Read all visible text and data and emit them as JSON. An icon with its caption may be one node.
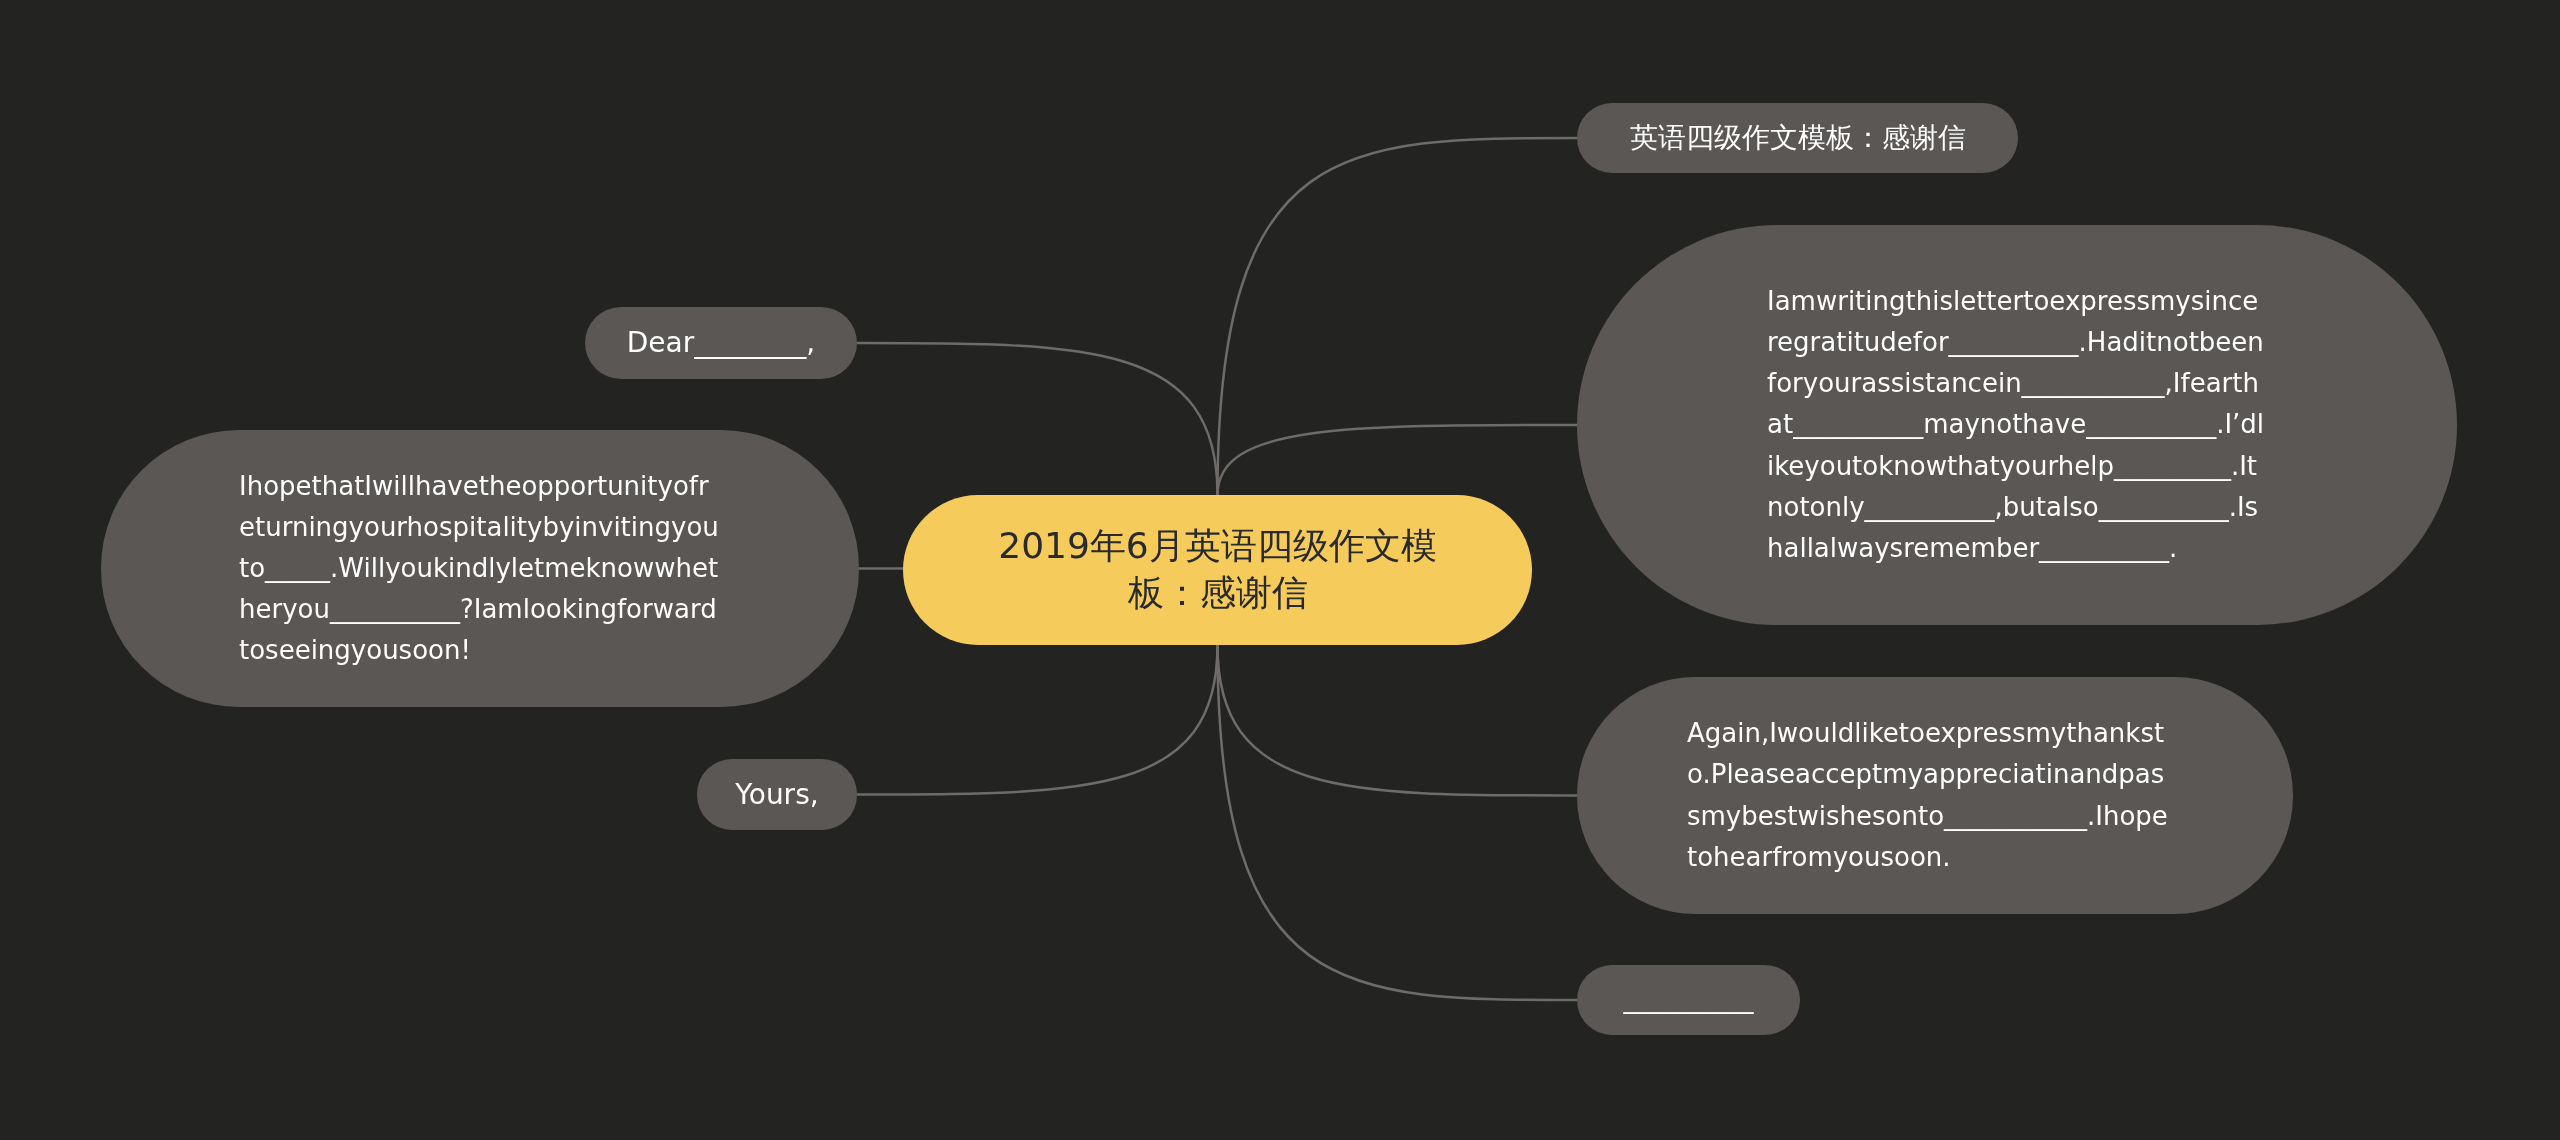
{
  "diagram": {
    "nodes": [
      {
        "text": [
          "2019年6月英语四级作文模板：感谢信"
        ]
      },
      {
        "text": [
          "英语四级作文模板：感谢信"
        ]
      },
      {
        "text": [
          "Iamwritingthislettertoexpressmysinceregratitudefor__________.Haditnotbeenforyourassistancein___________,Ifearthat__________maynothave__________.I’dlikeyoutoknowthatyourhelp_________.Itnotonly__________,butalso__________.Ishallalwaysremember__________."
        ]
      },
      {
        "text": [
          "Again,Iwouldliketoexpressmythanksto.Pleaseacceptmyappreciatinandpassmybestwishesonto___________.Ihopetohearfromyousoon."
        ]
      },
      {
        "text": [
          "__________"
        ]
      },
      {
        "text": [
          "Dear________,"
        ]
      },
      {
        "text": [
          "IhopethatIwillhavetheopportunityofreturningyourhospitalitybyinvitingyouto_____.Willyoukindlyletmeknowwhetheryou__________?Iamlookingforwardtoseeingyousoon!"
        ]
      },
      {
        "text": [
          "Yours,"
        ]
      }
    ],
    "edges": [
      {
        "from": 0,
        "to": 1,
        "arrow": "none"
      },
      {
        "from": 0,
        "to": 2,
        "arrow": "none"
      },
      {
        "from": 0,
        "to": 3,
        "arrow": "none"
      },
      {
        "from": 0,
        "to": 4,
        "arrow": "none"
      },
      {
        "from": 0,
        "to": 5,
        "arrow": "none"
      },
      {
        "from": 0,
        "to": 6,
        "arrow": "none"
      },
      {
        "from": 0,
        "to": 7,
        "arrow": "none"
      }
    ]
  }
}
